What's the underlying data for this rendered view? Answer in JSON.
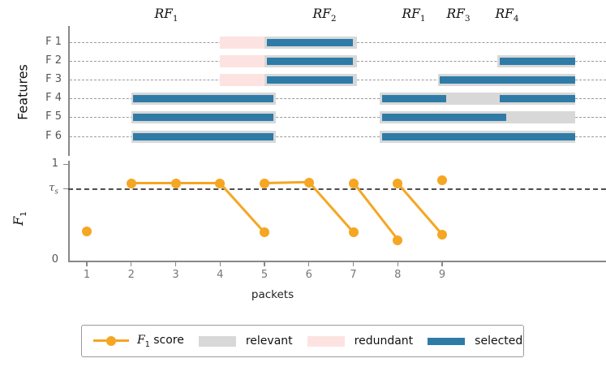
{
  "chart_data": {
    "type": "line",
    "title": "",
    "xlabel": "packets",
    "panels": [
      {
        "name": "features-panel",
        "ylabel": "Features",
        "ytick_labels": [
          "F 1",
          "F 2",
          "F 3",
          "F 4",
          "F 5",
          "F 6"
        ],
        "column_labels": [
          "RF1",
          "RF2",
          "RF1",
          "RF3",
          "RF4"
        ],
        "column_label_packets": [
          2.8,
          6.35,
          8.35,
          9.35,
          10.4
        ],
        "legend_categories": [
          "relevant",
          "redundant",
          "selected"
        ],
        "segments": [
          {
            "feature": "F 1",
            "kind": "redundant",
            "x0": 4.0,
            "x1": 5.0
          },
          {
            "feature": "F 1",
            "kind": "relevant",
            "x0": 5.0,
            "x1": 7.08
          },
          {
            "feature": "F 1",
            "kind": "selected",
            "x0": 5.05,
            "x1": 7.0
          },
          {
            "feature": "F 2",
            "kind": "redundant",
            "x0": 4.0,
            "x1": 5.0
          },
          {
            "feature": "F 2",
            "kind": "relevant",
            "x0": 5.0,
            "x1": 7.08
          },
          {
            "feature": "F 2",
            "kind": "selected",
            "x0": 5.05,
            "x1": 7.0
          },
          {
            "feature": "F 2",
            "kind": "relevant",
            "x0": 10.25,
            "x1": 12.0
          },
          {
            "feature": "F 2",
            "kind": "selected",
            "x0": 10.3,
            "x1": 12.0
          },
          {
            "feature": "F 3",
            "kind": "redundant",
            "x0": 4.0,
            "x1": 5.0
          },
          {
            "feature": "F 3",
            "kind": "relevant",
            "x0": 5.0,
            "x1": 7.08
          },
          {
            "feature": "F 3",
            "kind": "selected",
            "x0": 5.05,
            "x1": 7.0
          },
          {
            "feature": "F 3",
            "kind": "relevant",
            "x0": 8.9,
            "x1": 12.0
          },
          {
            "feature": "F 3",
            "kind": "selected",
            "x0": 8.95,
            "x1": 12.0
          },
          {
            "feature": "F 4",
            "kind": "relevant",
            "x0": 2.0,
            "x1": 5.25
          },
          {
            "feature": "F 4",
            "kind": "selected",
            "x0": 2.05,
            "x1": 5.2
          },
          {
            "feature": "F 4",
            "kind": "relevant",
            "x0": 7.6,
            "x1": 12.0
          },
          {
            "feature": "F 4",
            "kind": "selected",
            "x0": 7.65,
            "x1": 9.1
          },
          {
            "feature": "F 4",
            "kind": "selected",
            "x0": 10.3,
            "x1": 12.0
          },
          {
            "feature": "F 5",
            "kind": "relevant",
            "x0": 2.0,
            "x1": 5.25
          },
          {
            "feature": "F 5",
            "kind": "selected",
            "x0": 2.05,
            "x1": 5.2
          },
          {
            "feature": "F 5",
            "kind": "relevant",
            "x0": 7.6,
            "x1": 12.0
          },
          {
            "feature": "F 5",
            "kind": "selected",
            "x0": 7.65,
            "x1": 10.45
          },
          {
            "feature": "F 6",
            "kind": "relevant",
            "x0": 2.0,
            "x1": 5.25
          },
          {
            "feature": "F 6",
            "kind": "selected",
            "x0": 2.05,
            "x1": 5.2
          },
          {
            "feature": "F 6",
            "kind": "relevant",
            "x0": 7.6,
            "x1": 12.0
          },
          {
            "feature": "F 6",
            "kind": "selected",
            "x0": 7.65,
            "x1": 12.0
          }
        ]
      },
      {
        "name": "f1-panel",
        "ylabel": "F1",
        "ytick_labels": [
          "0",
          "ts",
          "1"
        ],
        "ytick_values": [
          0,
          0.78,
          1.0
        ],
        "ylim": [
          0,
          1.08
        ],
        "threshold_label": "ts",
        "threshold_value": 0.78,
        "xlim": [
          0.45,
          9.7
        ],
        "xtick_labels": [
          "1",
          "2",
          "3",
          "4",
          "5",
          "6",
          "7",
          "8",
          "9"
        ],
        "xtick_values": [
          1,
          2,
          3,
          4,
          5,
          6,
          7,
          8,
          9
        ],
        "series_name": "F1 score",
        "points": [
          {
            "x": 1,
            "y": 0.3
          },
          {
            "x": 2,
            "y": 0.8
          },
          {
            "x": 3,
            "y": 0.8
          },
          {
            "x": 4,
            "y": 0.8
          },
          {
            "x": 5,
            "y": 0.29
          },
          {
            "x": 5,
            "y": 0.8
          },
          {
            "x": 6,
            "y": 0.81
          },
          {
            "x": 7,
            "y": 0.29
          },
          {
            "x": 7,
            "y": 0.8
          },
          {
            "x": 8,
            "y": 0.21
          },
          {
            "x": 8,
            "y": 0.8
          },
          {
            "x": 9,
            "y": 0.27
          },
          {
            "x": 9,
            "y": 0.83
          }
        ],
        "segments": [
          {
            "x0": 2,
            "y0": 0.8,
            "x1": 3,
            "y1": 0.8
          },
          {
            "x0": 3,
            "y0": 0.8,
            "x1": 4,
            "y1": 0.8
          },
          {
            "x0": 4,
            "y0": 0.8,
            "x1": 5,
            "y1": 0.29
          },
          {
            "x0": 5,
            "y0": 0.8,
            "x1": 6,
            "y1": 0.81
          },
          {
            "x0": 6,
            "y0": 0.81,
            "x1": 7,
            "y1": 0.29
          },
          {
            "x0": 7,
            "y0": 0.8,
            "x1": 8,
            "y1": 0.21
          },
          {
            "x0": 8,
            "y0": 0.8,
            "x1": 9,
            "y1": 0.27
          }
        ]
      }
    ]
  },
  "colors": {
    "selected": "#2f7ba7",
    "relevant": "#d8d8d8",
    "redundant": "#fce3e1",
    "f1_score": "#f5a623",
    "threshold": "#4d4d4d",
    "axis": "#888888",
    "gridline": "#9a9a9a"
  },
  "axes": {
    "features": {
      "ylabel": "Features",
      "yticks": [
        "F 1",
        "F 2",
        "F 3",
        "F 4",
        "F 5",
        "F 6"
      ]
    },
    "f1": {
      "ylabel": "F",
      "ylabel_sub": "1",
      "ytick_top": "1",
      "ytick_threshold_main": "τ",
      "ytick_threshold_sub": "s",
      "ytick_bottom": "0"
    },
    "xlabel": "packets",
    "xticks": [
      "1",
      "2",
      "3",
      "4",
      "5",
      "6",
      "7",
      "8",
      "9"
    ]
  },
  "column_headers": [
    {
      "main": "RF",
      "sub": "1"
    },
    {
      "main": "RF",
      "sub": "2"
    },
    {
      "main": "RF",
      "sub": "1"
    },
    {
      "main": "RF",
      "sub": "3"
    },
    {
      "main": "RF",
      "sub": "4"
    }
  ],
  "legend": {
    "f1_main": "F",
    "f1_sub": "1",
    "f1_rest": " score",
    "relevant": "relevant",
    "redundant": "redundant",
    "selected": "selected"
  }
}
